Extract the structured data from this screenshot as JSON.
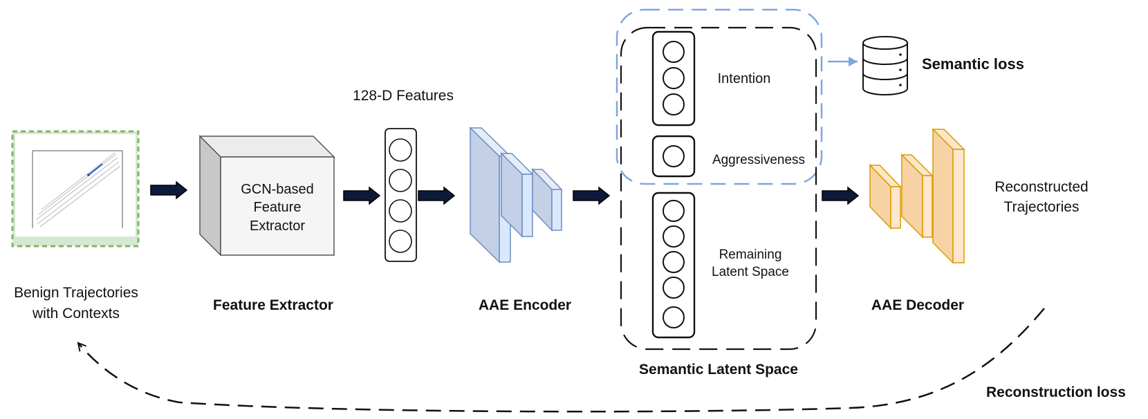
{
  "colors": {
    "ink": "#111111",
    "semantic_blue": "#7ea6e0",
    "input_green": "#82b366",
    "encoder_fill": "#c3d0e6",
    "encoder_stroke": "#6c8ebf",
    "decoder_fill": "#f6d2a4",
    "decoder_stroke": "#d79b00",
    "extractor_fill": "#f5f5f5"
  },
  "input": {
    "caption_line1": "Benign Trajectories",
    "caption_line2": "with Contexts"
  },
  "extractor": {
    "box_line1": "GCN-based",
    "box_line2": "Feature",
    "box_line3": "Extractor",
    "caption": "Feature Extractor"
  },
  "features": {
    "label": "128-D Features",
    "node_count": 4
  },
  "encoder": {
    "caption": "AAE Encoder"
  },
  "latent": {
    "intention_label": "Intention",
    "aggressiveness_label": "Aggressiveness",
    "remaining_line1": "Remaining",
    "remaining_line2": "Latent Space",
    "caption": "Semantic Latent Space",
    "intention_nodes": 3,
    "aggressiveness_nodes": 1,
    "remaining_nodes": 5
  },
  "semantic_loss": {
    "label": "Semantic loss",
    "icon": "database-icon"
  },
  "decoder": {
    "caption": "AAE Decoder"
  },
  "output": {
    "caption_line1": "Reconstructed",
    "caption_line2": "Trajectories"
  },
  "reconstruction_loss": {
    "label": "Reconstruction loss"
  }
}
